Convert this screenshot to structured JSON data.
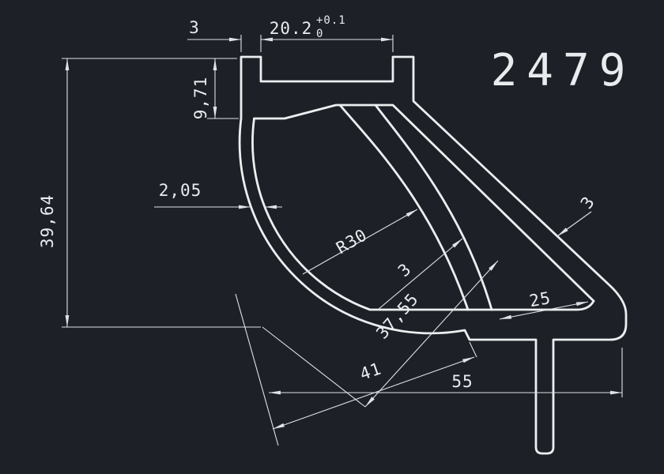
{
  "drawing": {
    "part_number": "2479",
    "canvas": {
      "background": "#1d2127",
      "line_color": "#e9ecef"
    },
    "dimensions": {
      "lip_width": "3",
      "slot_width": "20.2",
      "slot_tolerance_upper": "+0.1",
      "slot_tolerance_lower": "0",
      "hat_height": "9,71",
      "overall_height": "39,64",
      "wall_thickness": "2,05",
      "curve_radius": "R30",
      "rib_thickness": "3",
      "arm_thickness": "3",
      "arm_foot_length": "25",
      "diagonal_width_inner": "37,55",
      "diagonal_width_outer": "41",
      "overall_width": "55"
    }
  }
}
